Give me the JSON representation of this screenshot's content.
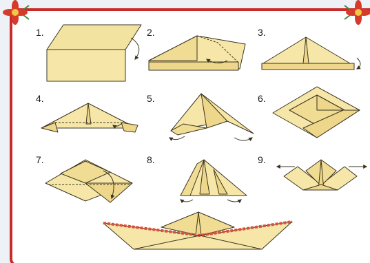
{
  "steps": [
    {
      "label": "1."
    },
    {
      "label": "2."
    },
    {
      "label": "3."
    },
    {
      "label": "4."
    },
    {
      "label": "5."
    },
    {
      "label": "6."
    },
    {
      "label": "7."
    },
    {
      "label": "8."
    },
    {
      "label": "9."
    }
  ],
  "colors": {
    "paper": "#f6e7a8",
    "paper_shade": "#eed68a",
    "outline": "#3a3320",
    "frame_border": "#c92a2a",
    "frame_bg": "#ffffff",
    "flower": "#d63a2a",
    "flower_center": "#f2c744",
    "boat_stripe": "#d9503b"
  },
  "icons": [
    "flower-ornament-icon",
    "curved-fold-arrow-icon",
    "double-headed-arrow-icon"
  ]
}
